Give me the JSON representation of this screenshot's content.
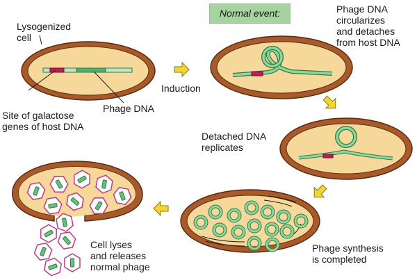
{
  "labels": {
    "lysogenized_cell": "Lysogenized\ncell",
    "site_of_galactose": "Site of galactose\ngenes of host DNA",
    "phage_dna": "Phage DNA",
    "induction": "Induction",
    "normal_event": "Normal event:",
    "phage_dna_circularizes": "Phage DNA\ncircularizes\nand detaches\nfrom host DNA",
    "detached_dna_replicates": "Detached DNA\nreplicates",
    "phage_synthesis_completed": "Phage synthesis\nis completed",
    "cell_lyses": "Cell lyses\nand releases\nnormal phage"
  },
  "colors": {
    "cell_wall": "#a85a2a",
    "cytoplasm": "#f6d89a",
    "host_dna": "#7fc690",
    "galactose_site": "#c4195e",
    "phage_dna": "#3f9a5a",
    "phage_head_outline": "#c0388a",
    "arrow": "#f2d530",
    "normal_box": "#a6d3a0"
  }
}
